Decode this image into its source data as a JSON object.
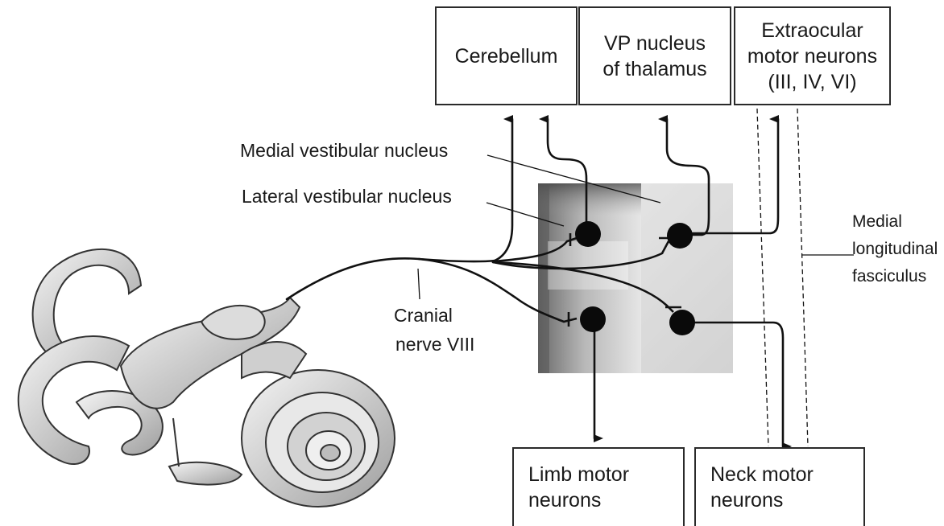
{
  "targets_top": {
    "cerebellum": "Cerebellum",
    "vp_nucleus": [
      "VP nucleus",
      "of thalamus"
    ],
    "extraocular": [
      "Extraocular",
      "motor neurons",
      "(III, IV, VI)"
    ]
  },
  "targets_bottom": {
    "limb": [
      "Limb motor",
      "neurons"
    ],
    "neck": [
      "Neck motor",
      "neurons"
    ]
  },
  "labels": {
    "medial_vestibular": "Medial vestibular nucleus",
    "lateral_vestibular": "Lateral vestibular nucleus",
    "cranial_nerve": [
      "Cranial",
      "nerve VIII"
    ],
    "mlf": [
      "Medial",
      "longitudinal",
      "fasciculus"
    ]
  },
  "colors": {
    "line": "#111111",
    "neuron": "#0a0a0a"
  }
}
